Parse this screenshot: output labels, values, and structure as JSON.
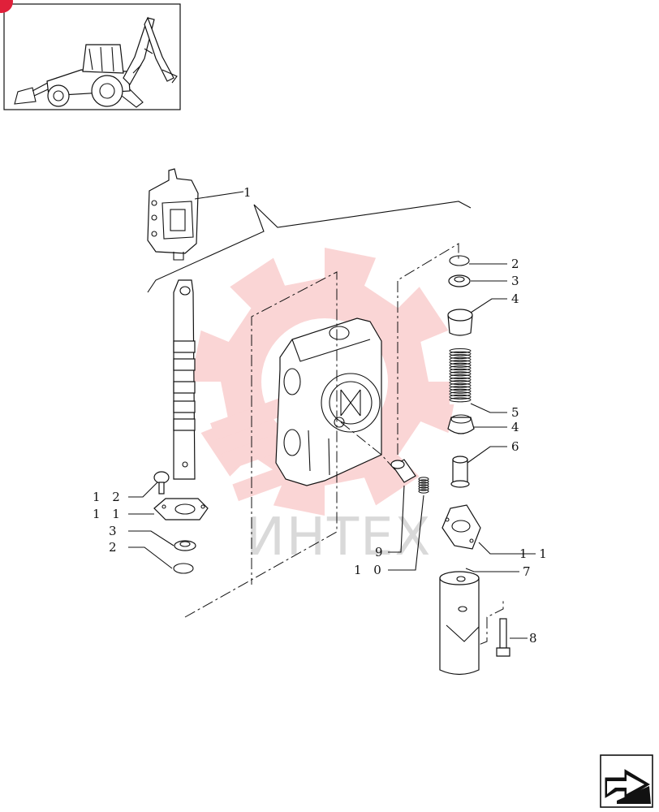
{
  "watermark": {
    "text": "ИНТЕХ",
    "color": "#f06a6a"
  },
  "callouts": [
    {
      "id": "c1",
      "label": "1"
    },
    {
      "id": "c2a",
      "label": "2"
    },
    {
      "id": "c3a",
      "label": "3"
    },
    {
      "id": "c4a",
      "label": "4"
    },
    {
      "id": "c5",
      "label": "5"
    },
    {
      "id": "c4b",
      "label": "4"
    },
    {
      "id": "c6",
      "label": "6"
    },
    {
      "id": "c11a",
      "label": "1 1"
    },
    {
      "id": "c7",
      "label": "7"
    },
    {
      "id": "c8",
      "label": "8"
    },
    {
      "id": "c12",
      "label": "1 2"
    },
    {
      "id": "c11b",
      "label": "1 1"
    },
    {
      "id": "c3b",
      "label": "3"
    },
    {
      "id": "c2b",
      "label": "2"
    },
    {
      "id": "c9",
      "label": "9"
    },
    {
      "id": "c10",
      "label": "1 0"
    }
  ],
  "icons": {
    "thumbnail": "backhoe-loader-icon",
    "nav": "next-page-arrow-icon"
  },
  "colors": {
    "badge": "#e0203a",
    "line": "#111111"
  }
}
